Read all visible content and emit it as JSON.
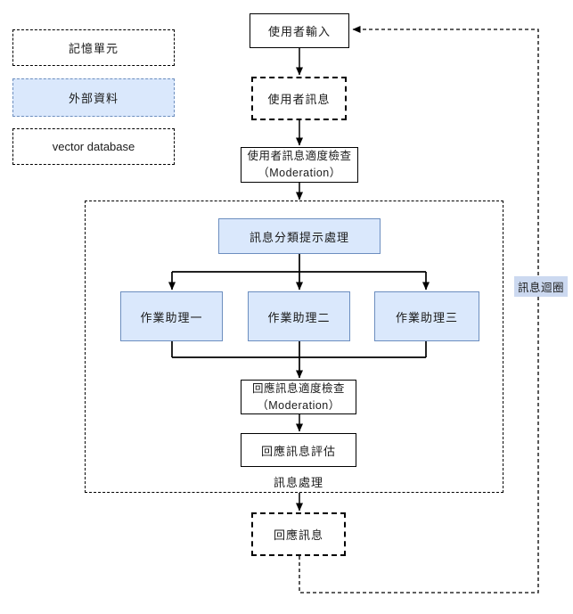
{
  "diagram": {
    "colors": {
      "node_fill": "#dae8fc",
      "node_stroke": "#6c8ebf",
      "line_color": "#000000",
      "loop_label_bg": "#ccd9f0"
    },
    "legend": {
      "memory_unit": "記憶單元",
      "external_data": "外部資料",
      "vector_database": "vector database"
    },
    "flow": {
      "user_input": "使用者輸入",
      "user_message": "使用者訊息",
      "user_moderation_line1": "使用者訊息適度檢查",
      "user_moderation_line2": "（Moderation）",
      "classify": "訊息分類提示處理",
      "assistants": [
        {
          "label": "作業助理一"
        },
        {
          "label": "作業助理二"
        },
        {
          "label": "作業助理三"
        }
      ],
      "response_moderation_line1": "回應訊息適度檢查",
      "response_moderation_line2": "（Moderation）",
      "response_eval": "回應訊息評估",
      "group_label": "訊息處理",
      "response_message": "回應訊息",
      "loop_label": "訊息迴圈"
    }
  }
}
